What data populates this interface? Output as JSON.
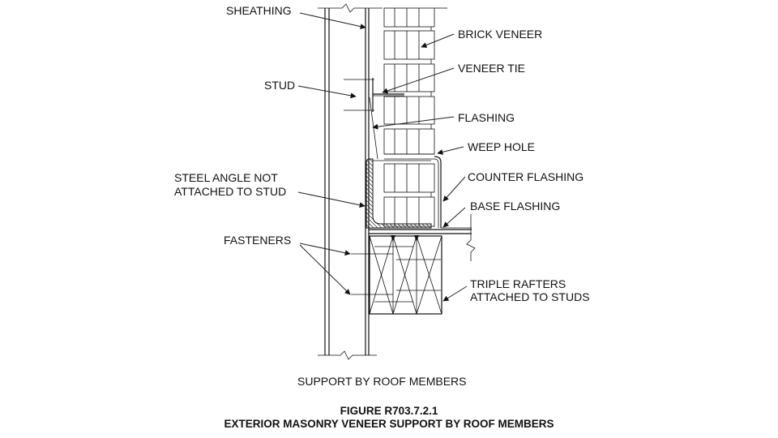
{
  "figure": {
    "number": "FIGURE R703.7.2.1",
    "title": "EXTERIOR MASONRY VENEER SUPPORT BY ROOF MEMBERS",
    "subcaption": "SUPPORT BY ROOF MEMBERS"
  },
  "labels": {
    "sheathing": "SHEATHING",
    "stud": "STUD",
    "steel_angle_line1": "STEEL ANGLE NOT",
    "steel_angle_line2": "ATTACHED TO STUD",
    "fasteners": "FASTENERS",
    "brick_veneer": "BRICK VENEER",
    "veneer_tie": "VENEER TIE",
    "flashing": "FLASHING",
    "weep_hole": "WEEP HOLE",
    "counter_flashing": "COUNTER FLASHING",
    "base_flashing": "BASE FLASHING",
    "triple_rafters_line1": "TRIPLE RAFTERS",
    "triple_rafters_line2": "ATTACHED TO STUDS"
  },
  "colors": {
    "ink": "#111111",
    "background": "#ffffff"
  }
}
